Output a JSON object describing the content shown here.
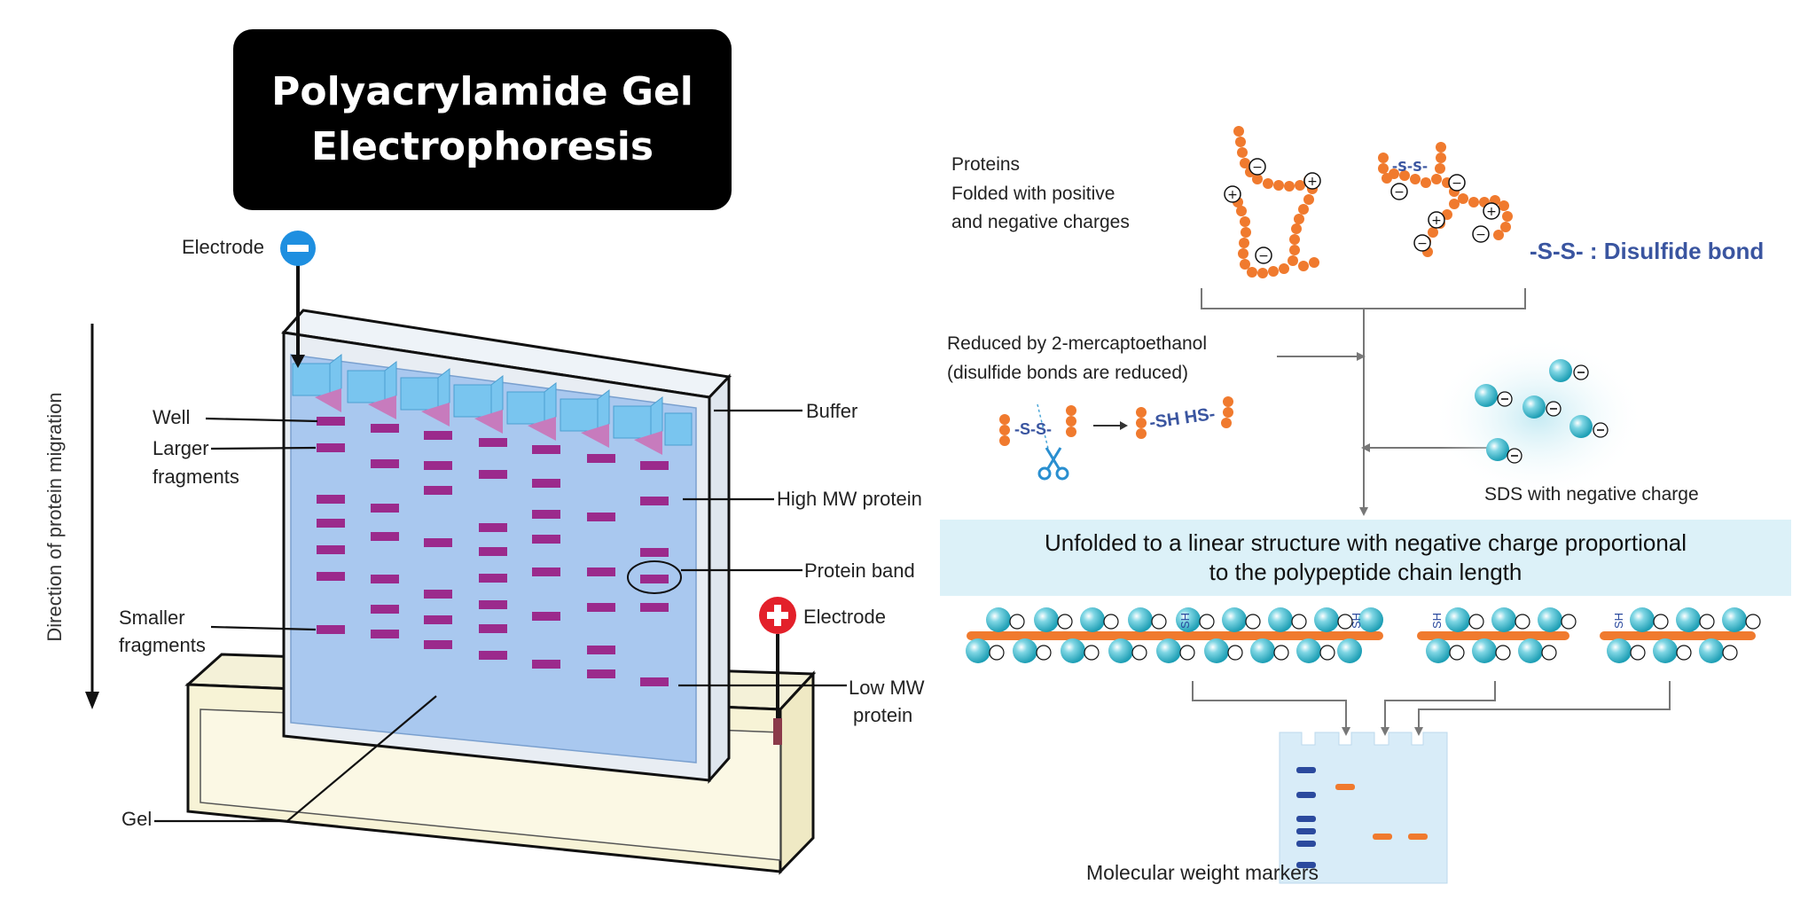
{
  "title": {
    "line1": "Polyacrylamide Gel",
    "line2": "Electrophoresis"
  },
  "gel_apparatus": {
    "electrode_top": "Electrode",
    "electrode_bottom": "Electrode",
    "direction": "Direction of protein migration",
    "well": "Well",
    "larger_fragments_1": "Larger",
    "larger_fragments_2": "fragments",
    "smaller_fragments_1": "Smaller",
    "smaller_fragments_2": "fragments",
    "gel": "Gel",
    "buffer": "Buffer",
    "high_mw": "High MW protein",
    "protein_band": "Protein band",
    "low_mw_1": "Low MW",
    "low_mw_2": "protein"
  },
  "sds_process": {
    "proteins_1": "Proteins",
    "proteins_2": "Folded with positive",
    "proteins_3": "and negative charges",
    "disulfide_legend": "-S-S- : Disulfide bond",
    "reduced_1": "Reduced by 2-mercaptoethanol",
    "reduced_2": "(disulfide bonds are reduced)",
    "ss_label": "-S-S-",
    "sh_label": "-SH HS-",
    "sds_label": "SDS with negative charge",
    "unfolded_1": "Unfolded to a linear structure with negative charge proportional",
    "unfolded_2": "to the polypeptide chain length",
    "markers_label": "Molecular weight markers",
    "sh_tag": "SH"
  },
  "colors": {
    "gel_blue": "#a9c8ef",
    "band_purple": "#9b2a8c",
    "orange": "#f07a2e",
    "sds_teal": "#3fb7c9",
    "buffer_yellow": "#f7f3d6",
    "minus_blue": "#1e8fe0",
    "plus_red": "#e3202a",
    "disulfide_blue": "#3a55a0"
  },
  "icons": [
    "minus-electrode-icon",
    "plus-electrode-icon",
    "scissors-icon",
    "down-arrow-icon"
  ]
}
